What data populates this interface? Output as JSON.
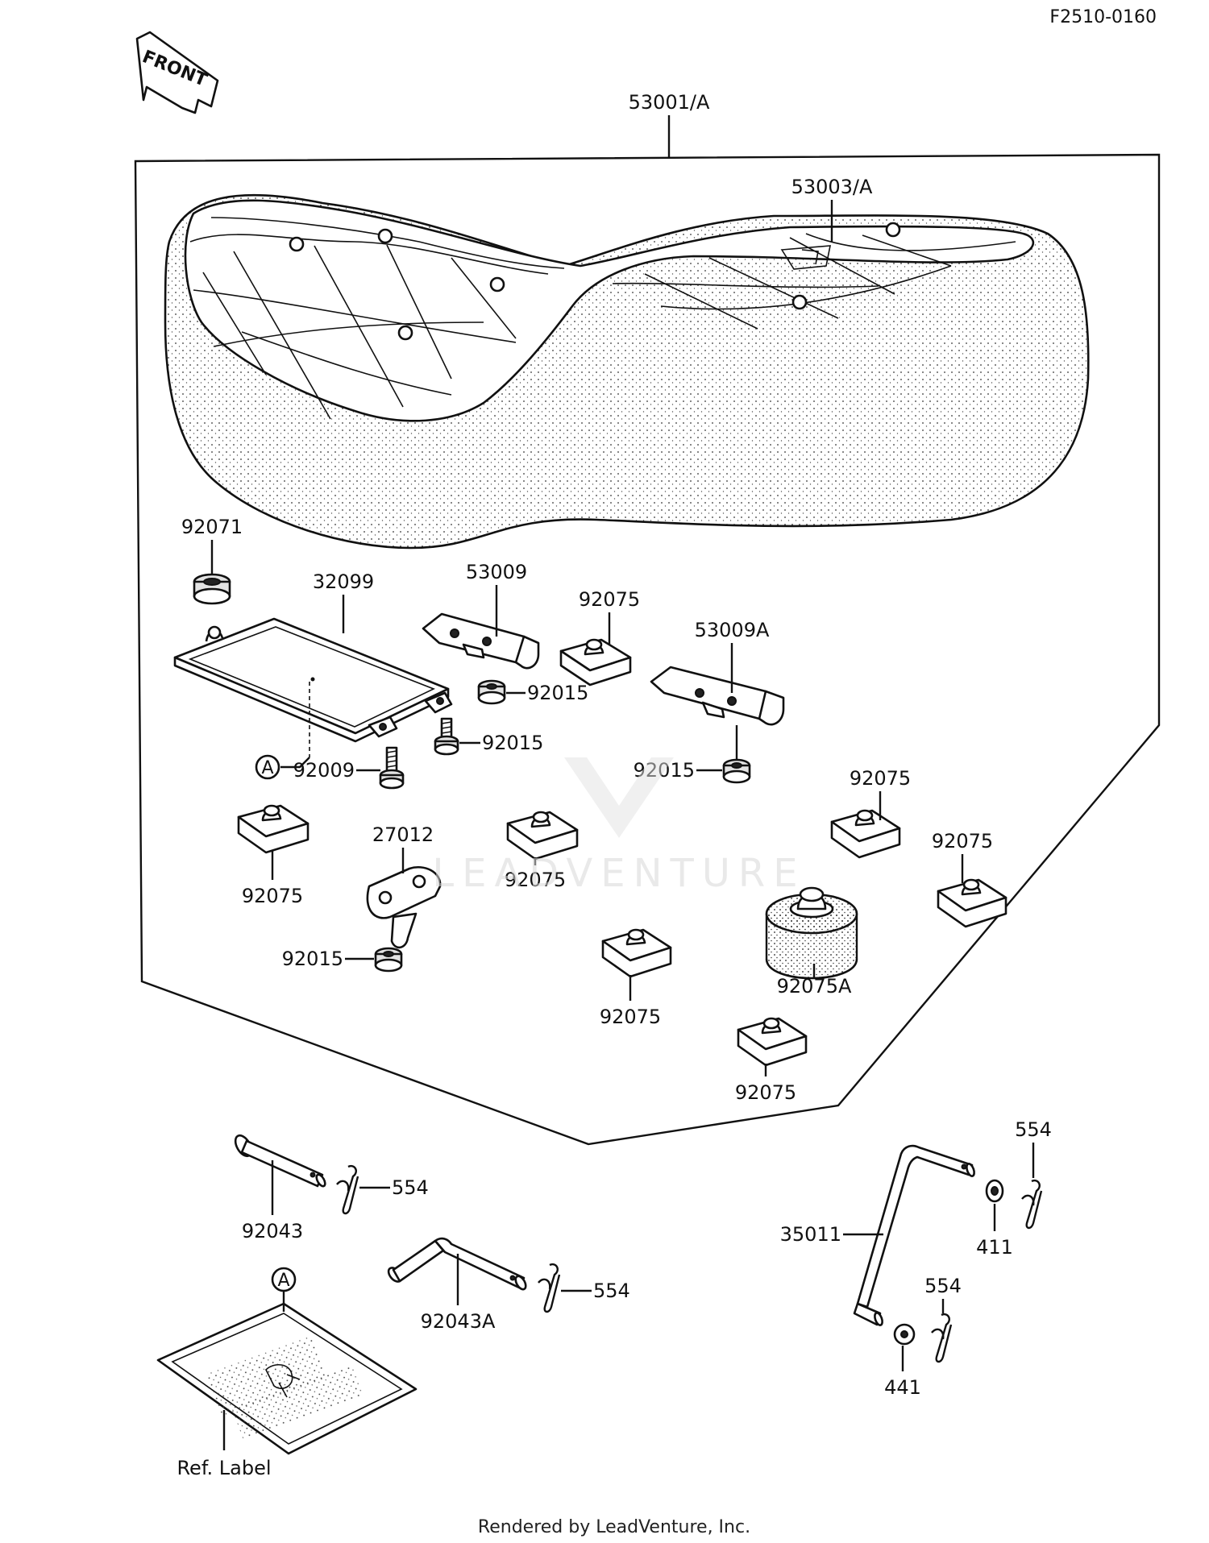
{
  "header": {
    "code": "F2510-0160",
    "front_label": "FRONT"
  },
  "footer": {
    "rendered_by": "Rendered by LeadVenture, Inc."
  },
  "watermark": {
    "text": "LEADVENTURE"
  },
  "labels": {
    "seat_assy": "53001/A",
    "seat_cover": "53003/A",
    "tray": "32099",
    "grommet_top": "92071",
    "bracket_left": "53009",
    "bracket_right": "53009A",
    "nut_bracket_left": "92015",
    "screw_mid": "92015",
    "nut_bracket_right": "92015",
    "screw_tray": "92009",
    "hook": "27012",
    "nut_hook": "92015",
    "damper_a": "92075",
    "damper_b": "92075",
    "damper_c": "92075",
    "damper_d": "92075",
    "damper_e": "92075",
    "damper_f": "92075",
    "damper_g": "92075",
    "damper_large": "92075A",
    "pin": "92043",
    "pin_a": "92043A",
    "clip_pin": "554",
    "clip_pin_a": "554",
    "clip_rod_top": "554",
    "clip_rod_bottom": "554",
    "rod": "35011",
    "washer_top": "411",
    "washer_bottom": "441",
    "ref_label": "Ref. Label",
    "ref_a_tray": "A",
    "ref_a_label": "A"
  }
}
